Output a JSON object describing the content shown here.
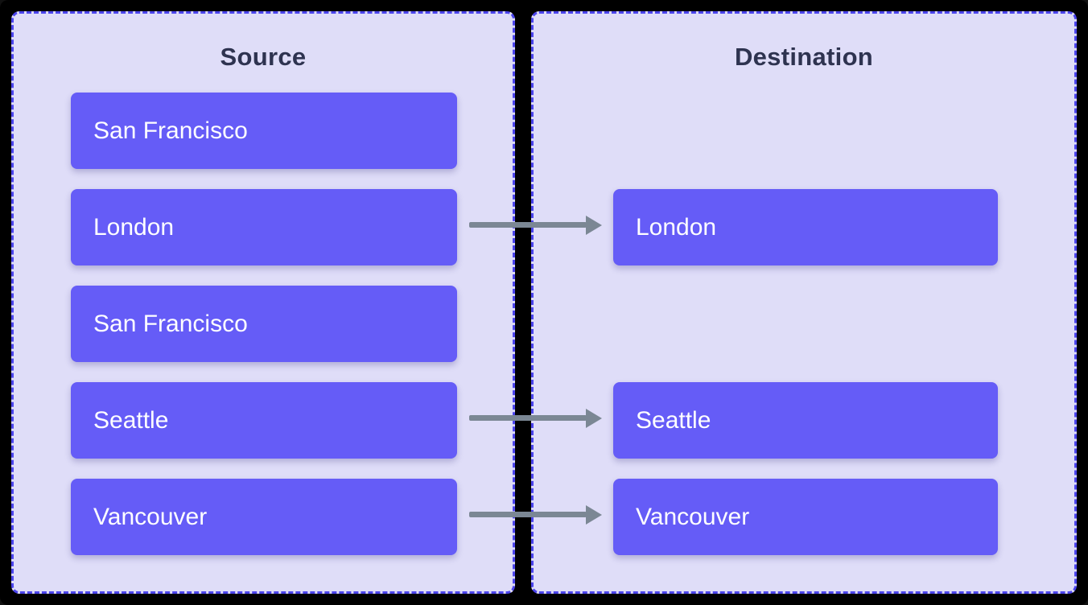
{
  "colors": {
    "canvas-bg": "#000000",
    "panel-bg": "#dfddf8",
    "panel-border": "#4b44ec",
    "item-bg": "#655cf7",
    "item-text": "#ffffff",
    "title-text": "#2e3350",
    "arrow": "#7b8794"
  },
  "source": {
    "title": "Source",
    "items": [
      "San Francisco",
      "London",
      "San Francisco",
      "Seattle",
      "Vancouver"
    ]
  },
  "destination": {
    "title": "Destination",
    "items": [
      "London",
      "Seattle",
      "Vancouver"
    ]
  },
  "mappings": [
    {
      "from": "London",
      "to": "London"
    },
    {
      "from": "Seattle",
      "to": "Seattle"
    },
    {
      "from": "Vancouver",
      "to": "Vancouver"
    }
  ]
}
